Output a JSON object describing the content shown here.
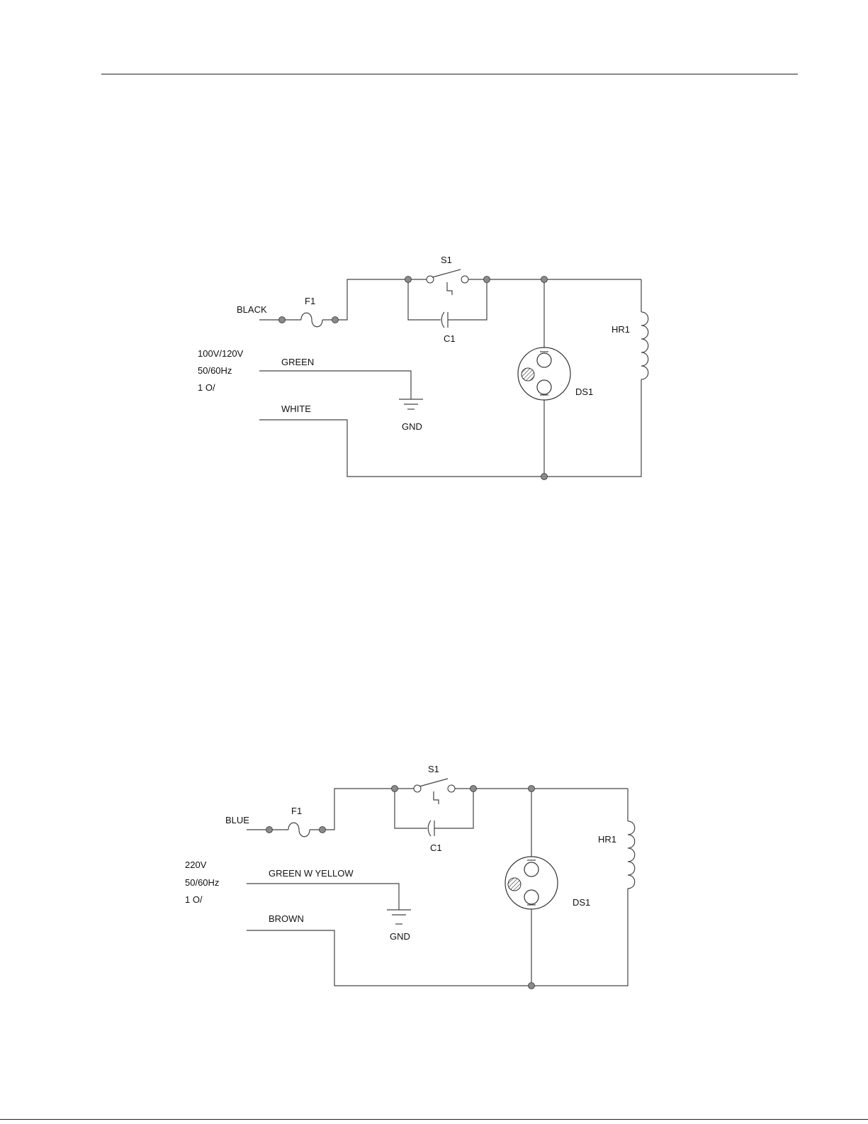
{
  "diagrams": [
    {
      "components": {
        "switch": "S1",
        "fuse": "F1",
        "capacitor": "C1",
        "heater": "HR1",
        "lamp": "DS1",
        "ground": "GND"
      },
      "wires": {
        "line": "BLACK",
        "ground": "GREEN",
        "neutral": "WHITE"
      },
      "supply": {
        "voltage": "100V/120V",
        "frequency": "50/60Hz",
        "phase": "1 O/"
      }
    },
    {
      "components": {
        "switch": "S1",
        "fuse": "F1",
        "capacitor": "C1",
        "heater": "HR1",
        "lamp": "DS1",
        "ground": "GND"
      },
      "wires": {
        "line": "BLUE",
        "ground": "GREEN W YELLOW",
        "neutral": "BROWN"
      },
      "supply": {
        "voltage": "220V",
        "frequency": "50/60Hz",
        "phase": "1 O/"
      }
    }
  ]
}
